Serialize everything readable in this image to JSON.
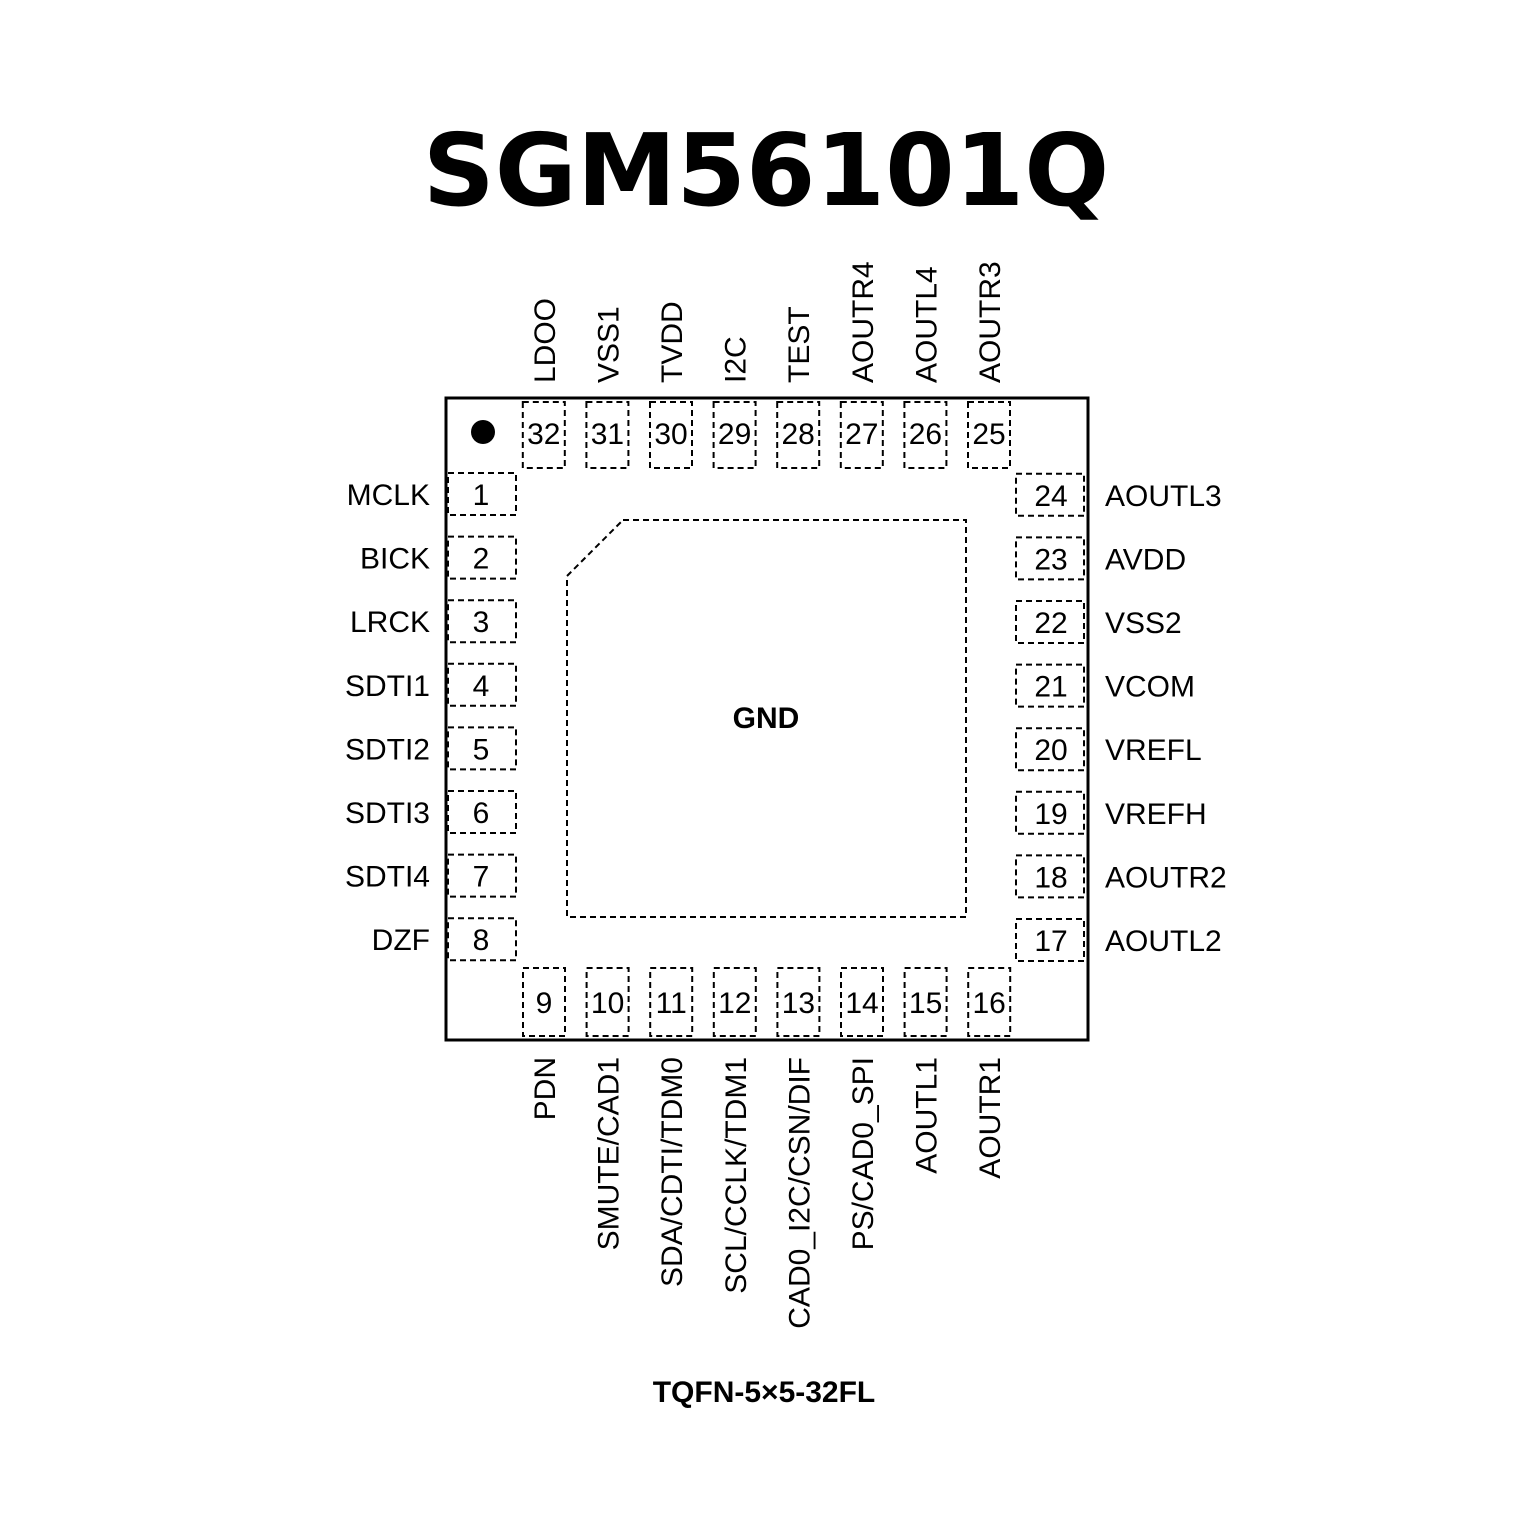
{
  "title": "SGM56101Q",
  "package": "TQFN-5×5-32FL",
  "pad_label": "GND",
  "pins": {
    "left": [
      {
        "num": "1",
        "name": "MCLK"
      },
      {
        "num": "2",
        "name": "BICK"
      },
      {
        "num": "3",
        "name": "LRCK"
      },
      {
        "num": "4",
        "name": "SDTI1"
      },
      {
        "num": "5",
        "name": "SDTI2"
      },
      {
        "num": "6",
        "name": "SDTI3"
      },
      {
        "num": "7",
        "name": "SDTI4"
      },
      {
        "num": "8",
        "name": "DZF"
      }
    ],
    "bottom": [
      {
        "num": "9",
        "name": "PDN"
      },
      {
        "num": "10",
        "name": "SMUTE/CAD1"
      },
      {
        "num": "11",
        "name": "SDA/CDTI/TDM0"
      },
      {
        "num": "12",
        "name": "SCL/CCLK/TDM1"
      },
      {
        "num": "13",
        "name": "CAD0_I2C/CSN/DIF"
      },
      {
        "num": "14",
        "name": "PS/CAD0_SPI"
      },
      {
        "num": "15",
        "name": "AOUTL1"
      },
      {
        "num": "16",
        "name": "AOUTR1"
      }
    ],
    "right": [
      {
        "num": "17",
        "name": "AOUTL2"
      },
      {
        "num": "18",
        "name": "AOUTR2"
      },
      {
        "num": "19",
        "name": "VREFH"
      },
      {
        "num": "20",
        "name": "VREFL"
      },
      {
        "num": "21",
        "name": "VCOM"
      },
      {
        "num": "22",
        "name": "VSS2"
      },
      {
        "num": "23",
        "name": "AVDD"
      },
      {
        "num": "24",
        "name": "AOUTL3"
      }
    ],
    "top": [
      {
        "num": "25",
        "name": "AOUTR3"
      },
      {
        "num": "26",
        "name": "AOUTL4"
      },
      {
        "num": "27",
        "name": "AOUTR4"
      },
      {
        "num": "28",
        "name": "TEST"
      },
      {
        "num": "29",
        "name": "I2C"
      },
      {
        "num": "30",
        "name": "TVDD"
      },
      {
        "num": "31",
        "name": "VSS1"
      },
      {
        "num": "32",
        "name": "LDOO"
      }
    ]
  }
}
